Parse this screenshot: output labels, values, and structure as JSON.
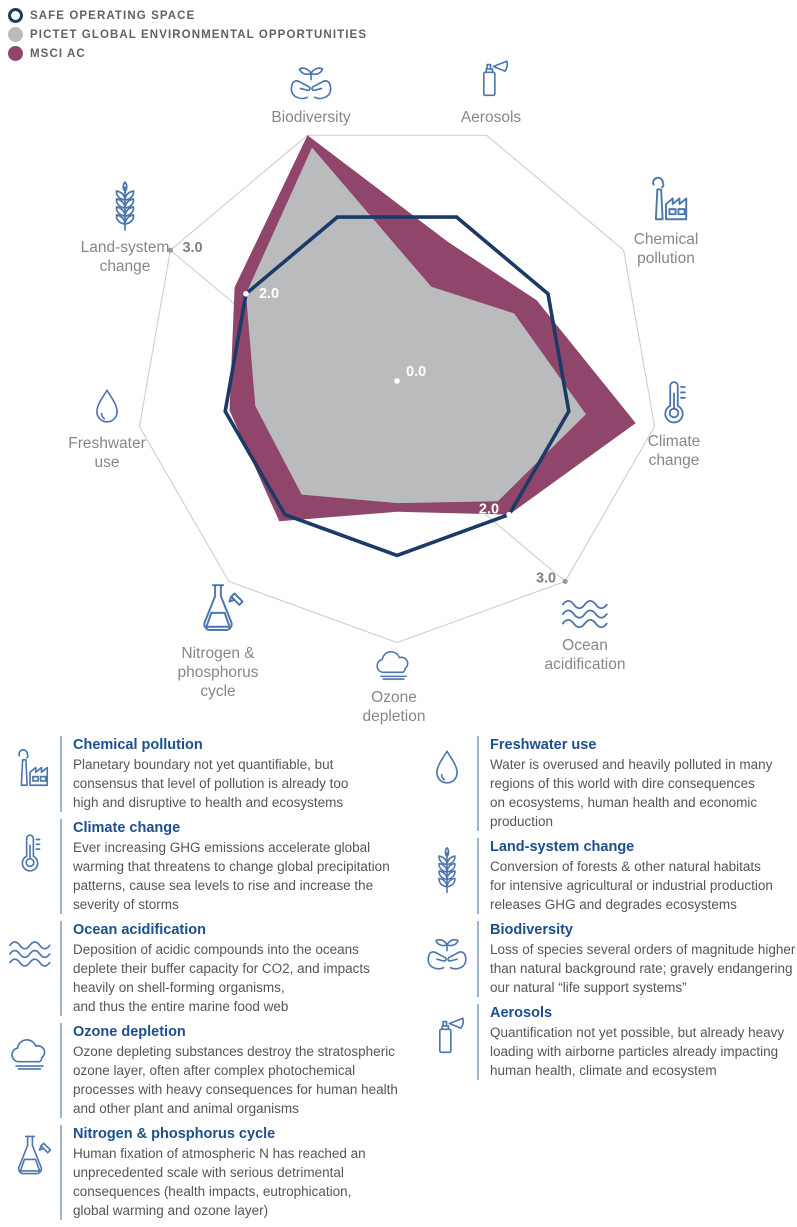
{
  "legend": {
    "items": [
      {
        "label": "SAFE OPERATING SPACE",
        "swatch": "ring",
        "color": "#1B3A66"
      },
      {
        "label": "PICTET GLOBAL ENVIRONMENTAL OPPORTUNITIES",
        "swatch": "fill",
        "color": "#BABBBD"
      },
      {
        "label": "MSCI AC",
        "swatch": "fill",
        "color": "#90466B"
      }
    ]
  },
  "chart_data": {
    "type": "radar",
    "categories": [
      "Biodiversity",
      "Aerosols",
      "Chemical pollution",
      "Climate change",
      "Ocean acidification",
      "Ozone depletion",
      "Nitrogen & phosphorus cycle",
      "Freshwater use",
      "Land-system change"
    ],
    "axis_labels": [
      "Biodiversity",
      "Aerosols",
      "Chemical\npollution",
      "Climate\nchange",
      "Ocean\nacidification",
      "Ozone\ndepletion",
      "Nitrogen &\nphosphorus\ncycle",
      "Freshwater\nuse",
      "Land-system\nchange"
    ],
    "axis_icons": [
      "hands-plant-icon",
      "spray-can-icon",
      "factory-icon",
      "thermometer-icon",
      "waves-icon",
      "cloud-icon",
      "flask-icon",
      "drop-icon",
      "wheat-icon"
    ],
    "series": [
      {
        "name": "MSCI AC",
        "style": "fill",
        "color": "#90466B",
        "values": [
          3.0,
          1.7,
          1.85,
          2.78,
          2.0,
          1.5,
          2.1,
          1.95,
          2.15
        ]
      },
      {
        "name": "PICTET GLOBAL ENVIRONMENTAL OPPORTUNITIES",
        "style": "fill",
        "color": "#BABBBD",
        "values": [
          2.85,
          1.15,
          1.55,
          2.2,
          1.8,
          1.4,
          1.7,
          1.65,
          2.0
        ]
      },
      {
        "name": "SAFE OPERATING SPACE",
        "style": "outline",
        "color": "#1B3A66",
        "values": [
          2.0,
          2.0,
          2.0,
          2.0,
          2.0,
          2.0,
          2.0,
          2.0,
          2.0
        ]
      }
    ],
    "ticks": {
      "center": "0.0",
      "mid": "2.0",
      "outer": "3.0"
    },
    "rmax": 3.0,
    "rotation_deg": -20,
    "grid": "nonagon outline at 3.0 plus one diagonal radial line (Land-system change axis through center to Ocean acidification axis)",
    "grid_color": "#C9CACB",
    "legend_position": "top-left"
  },
  "descriptions": {
    "left": [
      {
        "icon": "factory-icon",
        "title": "Chemical pollution",
        "body": "Planetary boundary not yet quantifiable, but\nconsensus that level of pollution is already too\nhigh and disruptive to health and ecosystems"
      },
      {
        "icon": "thermometer-icon",
        "title": "Climate change",
        "body": "Ever increasing GHG emissions accelerate global\nwarming that threatens to change global precipitation\npatterns, cause sea levels to rise and increase the\nseverity of storms"
      },
      {
        "icon": "waves-icon",
        "title": "Ocean acidification",
        "body": "Deposition of acidic compounds into the oceans\ndeplete their buffer capacity for CO2, and impacts\nheavily on shell-forming organisms,\nand thus the entire marine food web"
      },
      {
        "icon": "cloud-icon",
        "title": "Ozone depletion",
        "body": "Ozone depleting substances destroy the stratospheric\nozone layer, often after complex photochemical\nprocesses with heavy consequences for human health\nand other plant and animal organisms"
      },
      {
        "icon": "flask-icon",
        "title": "Nitrogen & phosphorus cycle",
        "body": "Human fixation of atmospheric N has reached an\nunprecedented scale with serious detrimental\nconsequences (health impacts, eutrophication,\nglobal warming and ozone layer)"
      }
    ],
    "right": [
      {
        "icon": "drop-icon",
        "title": "Freshwater use",
        "body": "Water is overused and heavily polluted in many\nregions of this world with dire consequences\non ecosystems, human health and economic\nproduction"
      },
      {
        "icon": "wheat-icon",
        "title": "Land-system change",
        "body": "Conversion of forests & other natural habitats\nfor intensive agricultural or industrial production\nreleases GHG and degrades ecosystems"
      },
      {
        "icon": "hands-plant-icon",
        "title": "Biodiversity",
        "body": "Loss of species several orders of magnitude higher\nthan natural background rate; gravely endangering\nour natural “life support systems”"
      },
      {
        "icon": "spray-can-icon",
        "title": "Aerosols",
        "body": "Quantification not yet possible, but already heavy\nloading with airborne particles already impacting\nhuman health, climate and ecosystem"
      }
    ]
  }
}
